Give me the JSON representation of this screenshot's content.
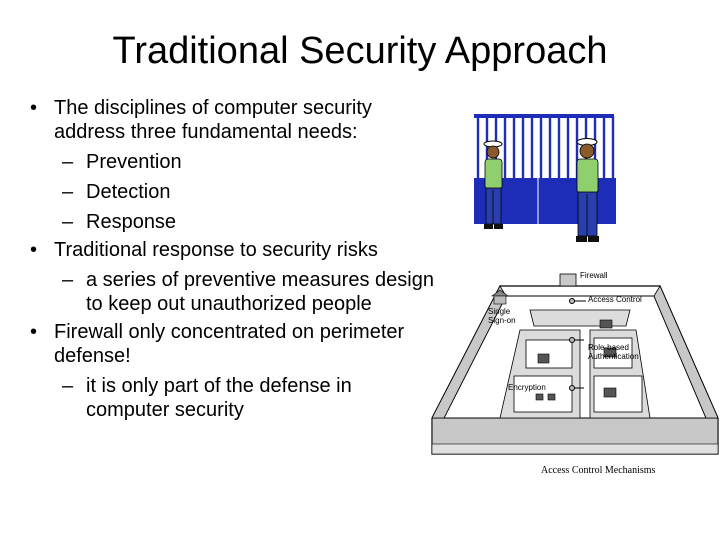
{
  "title": "Traditional Security Approach",
  "bullets": [
    {
      "text": "The disciplines of computer security address three fundamental needs:",
      "sub": [
        "Prevention",
        "Detection",
        "Response"
      ]
    },
    {
      "text": "Traditional response to security risks",
      "sub": [
        "a series of preventive measures design to keep out unauthorized people"
      ]
    },
    {
      "text": "Firewall only concentrated on perimeter defense!",
      "sub": [
        "it is only part of the defense in computer security"
      ]
    }
  ],
  "diagram": {
    "firewall_label": "Firewall",
    "access_control_label": "Access Control",
    "single_signon_line1": "Single",
    "single_signon_line2": "Sign-on",
    "role_based_line1": "Role-based",
    "role_based_line2": "Authentication",
    "encryption_label": "Encryption",
    "caption": "Access Control Mechanisms"
  },
  "colors": {
    "gate_blue": "#1d2db8",
    "uniform_green": "#8fcf6e",
    "pants_blue": "#2a3fae",
    "wall_gray": "#c8c8c8"
  }
}
